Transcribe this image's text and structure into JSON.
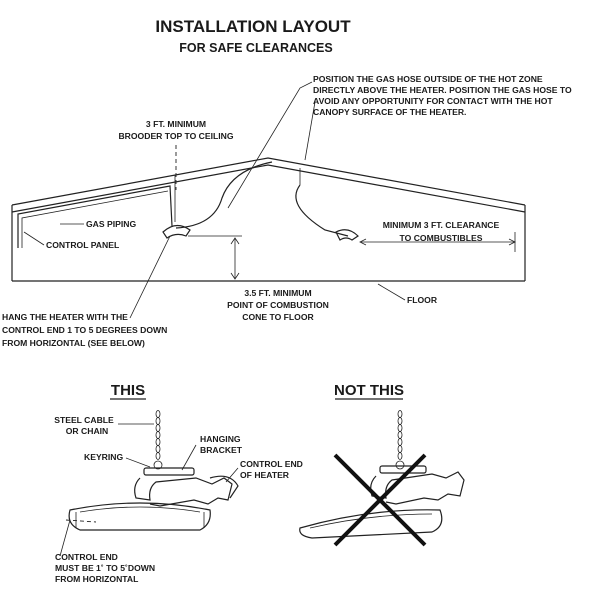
{
  "title": "INSTALLATION LAYOUT",
  "subtitle": "FOR SAFE CLEARANCES",
  "top_diagram": {
    "gas_hose_note": [
      "POSITION THE GAS HOSE OUTSIDE OF THE HOT ZONE",
      "DIRECTLY ABOVE THE HEATER.  POSITION THE GAS HOSE TO",
      "AVOID ANY OPPORTUNITY FOR CONTACT WITH THE HOT",
      "CANOPY SURFACE OF THE HEATER."
    ],
    "ceiling_note": [
      "3 FT. MINIMUM",
      "BROODER TOP TO CEILING"
    ],
    "gas_piping": "GAS PIPING",
    "control_panel": "CONTROL PANEL",
    "combustibles": [
      "MINIMUM 3 FT. CLEARANCE",
      "TO COMBUSTIBLES"
    ],
    "floor_gap_note": [
      "3.5 FT. MINIMUM",
      "POINT OF COMBUSTION",
      "CONE TO FLOOR"
    ],
    "floor": "FLOOR",
    "hang_note": [
      "HANG THE HEATER WITH THE",
      "CONTROL END 1 TO 5 DEGREES DOWN",
      "FROM HORIZONTAL (SEE BELOW)"
    ]
  },
  "this_panel": {
    "heading": "THIS",
    "steel_cable": [
      "STEEL CABLE",
      "OR CHAIN"
    ],
    "keyring": "KEYRING",
    "hanging_bracket": [
      "HANGING",
      "BRACKET"
    ],
    "control_end": [
      "CONTROL END",
      "OF HEATER"
    ],
    "control_end_note": [
      "CONTROL END",
      "MUST BE 1˚ TO 5˚DOWN",
      "FROM HORIZONTAL"
    ]
  },
  "not_this_panel": {
    "heading": "NOT THIS"
  }
}
